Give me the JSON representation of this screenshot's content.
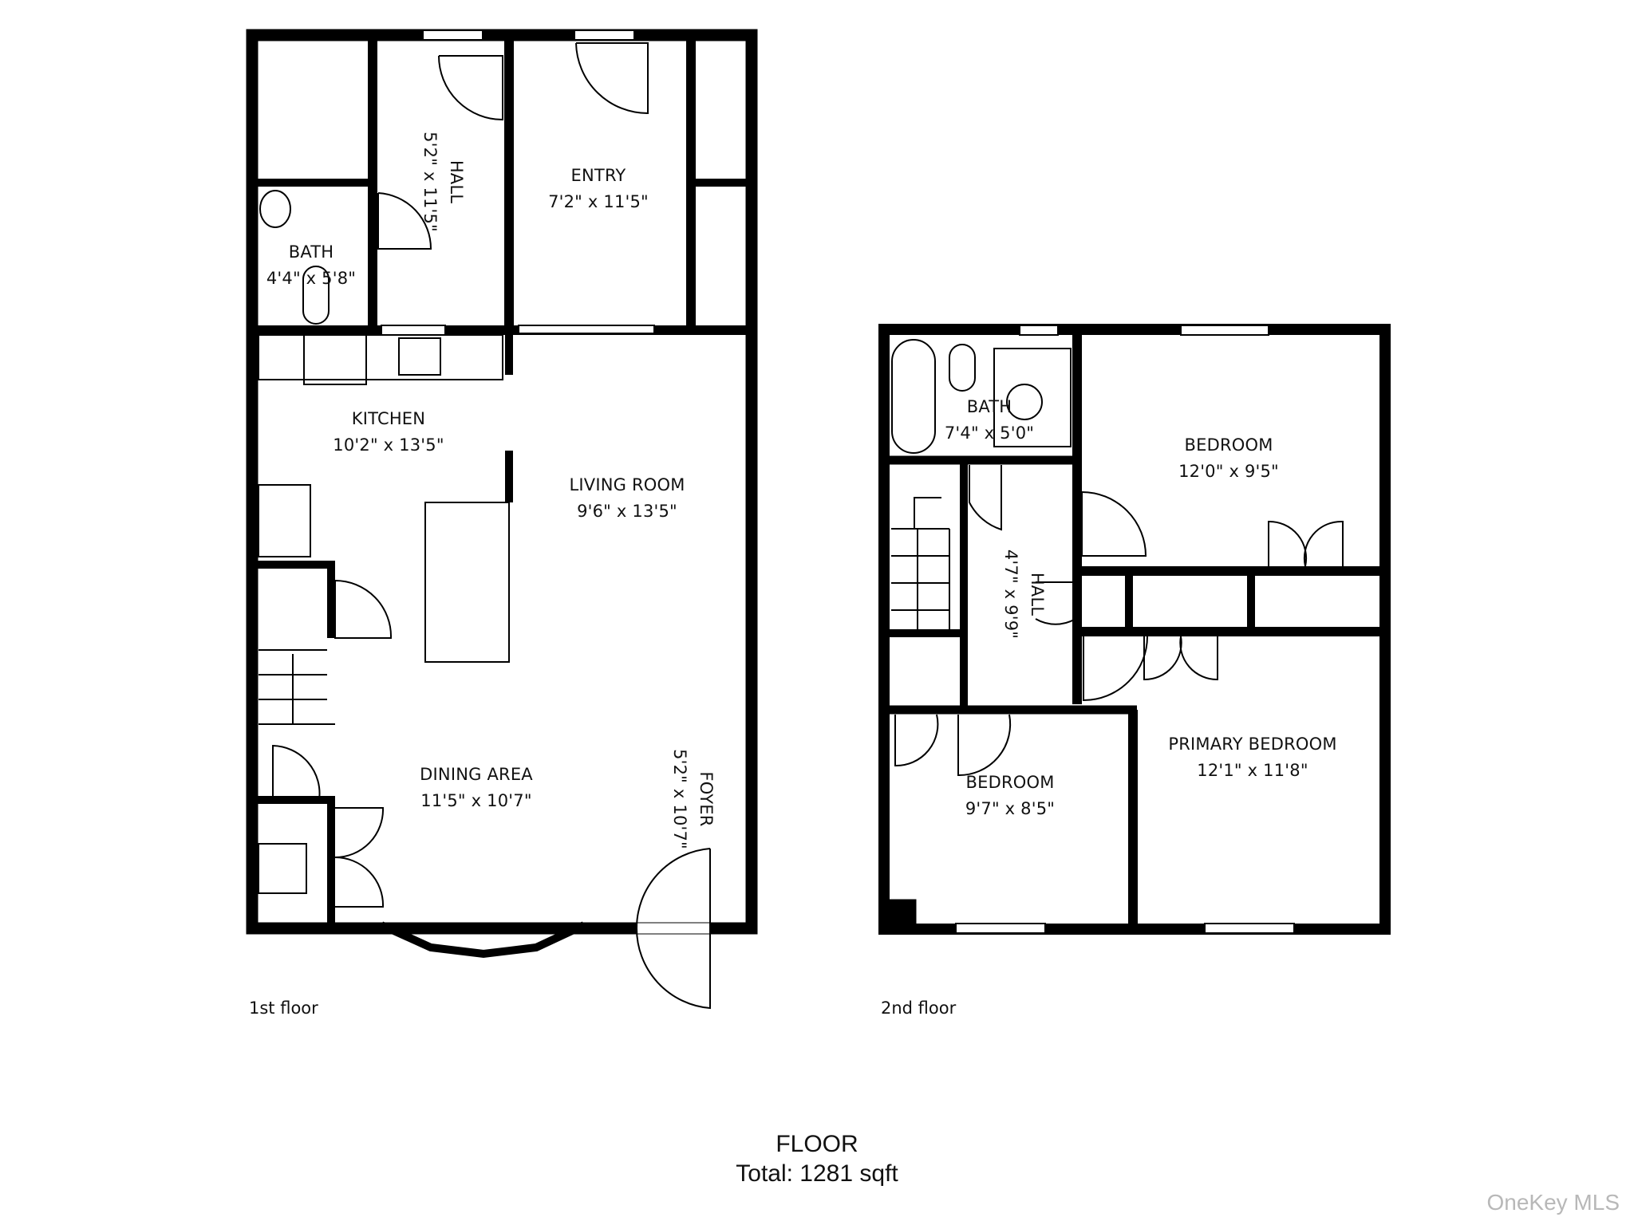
{
  "floor_plan": {
    "title": "FLOOR",
    "total_label": "Total:  1281 sqft",
    "total_sqft": 1281,
    "watermark": "OneKey MLS",
    "colors": {
      "wall": "#000000",
      "background": "#ffffff",
      "text": "#111111",
      "watermark": "#b8b8b8"
    },
    "floors": [
      {
        "caption": "1st floor",
        "rooms": [
          {
            "name": "HALL",
            "dims": "5'2\" x 11'5\"",
            "orientation": "vertical"
          },
          {
            "name": "ENTRY",
            "dims": "7'2\" x 11'5\""
          },
          {
            "name": "BATH",
            "dims": "4'4\" x 5'8\""
          },
          {
            "name": "KITCHEN",
            "dims": "10'2\" x 13'5\""
          },
          {
            "name": "LIVING ROOM",
            "dims": "9'6\" x 13'5\""
          },
          {
            "name": "DINING AREA",
            "dims": "11'5\" x 10'7\""
          },
          {
            "name": "FOYER",
            "dims": "5'2\" x 10'7\"",
            "orientation": "vertical"
          }
        ]
      },
      {
        "caption": "2nd floor",
        "rooms": [
          {
            "name": "BATH",
            "dims": "7'4\" x 5'0\""
          },
          {
            "name": "BEDROOM",
            "dims": "12'0\" x 9'5\""
          },
          {
            "name": "HALL",
            "dims": "4'7\" x 9'9\"",
            "orientation": "vertical"
          },
          {
            "name": "BEDROOM",
            "dims": "9'7\" x 8'5\""
          },
          {
            "name": "PRIMARY BEDROOM",
            "dims": "12'1\" x 11'8\""
          }
        ]
      }
    ]
  }
}
